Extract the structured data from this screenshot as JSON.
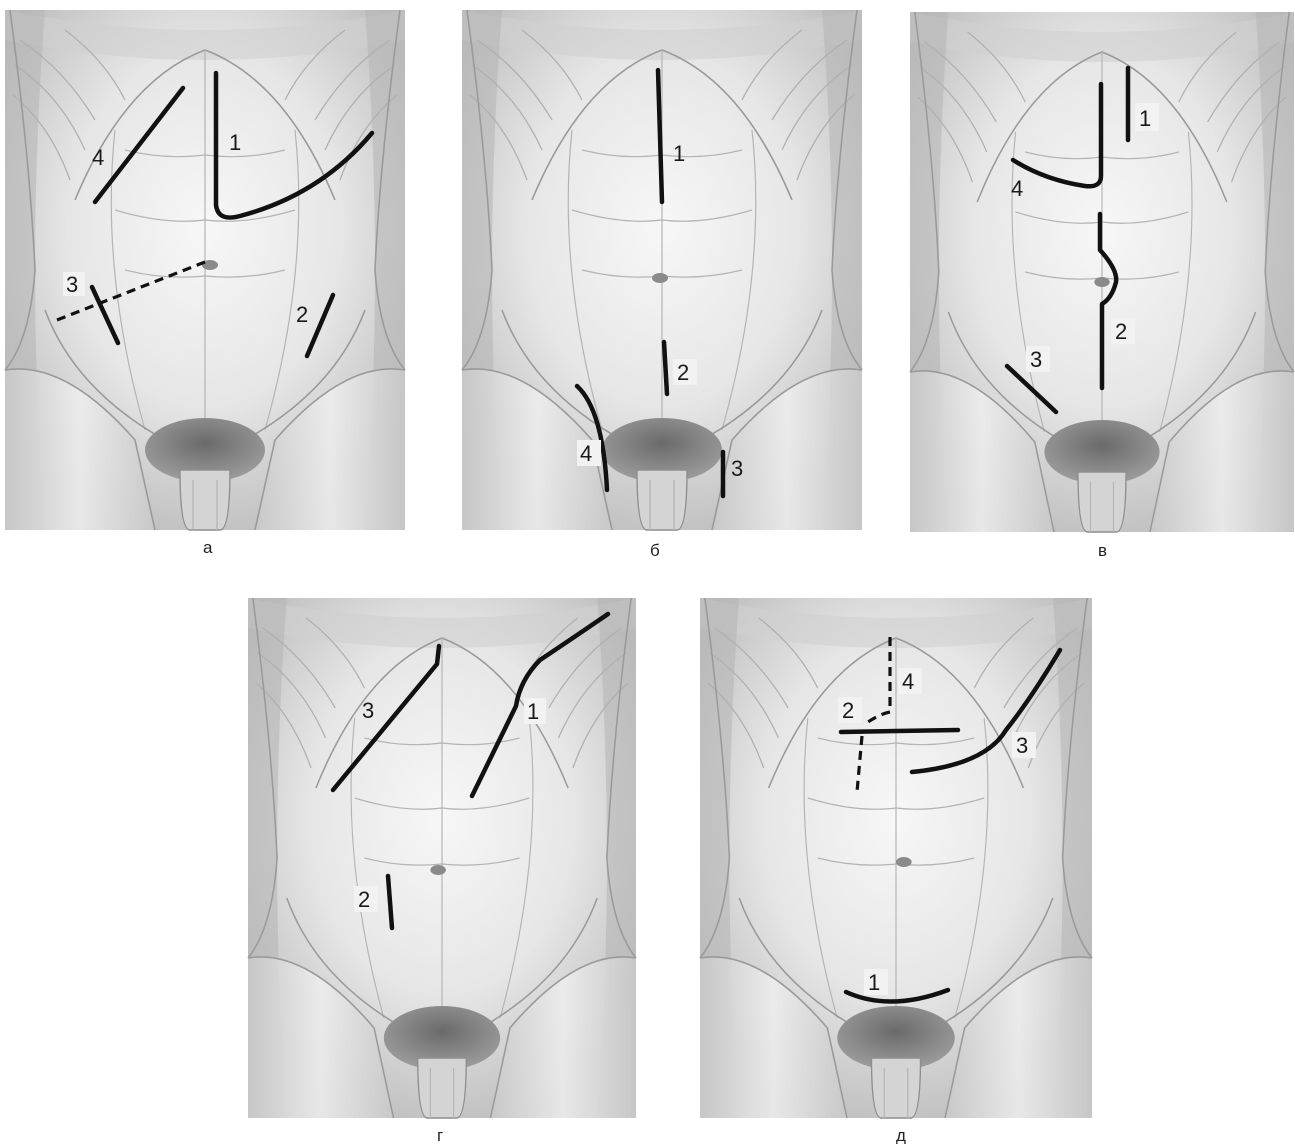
{
  "panels": [
    {
      "id": "a",
      "caption": "а",
      "labels": [
        "4",
        "1",
        "3",
        "2"
      ]
    },
    {
      "id": "b",
      "caption": "б",
      "labels": [
        "1",
        "2",
        "4",
        "3"
      ]
    },
    {
      "id": "v",
      "caption": "в",
      "labels": [
        "1",
        "4",
        "2",
        "3"
      ]
    },
    {
      "id": "g",
      "caption": "г",
      "labels": [
        "3",
        "1",
        "2"
      ]
    },
    {
      "id": "d",
      "caption": "д",
      "labels": [
        "4",
        "2",
        "3",
        "1"
      ]
    }
  ],
  "colors": {
    "background": "#ffffff",
    "skin_light": "#f4f4f4",
    "skin_shadow": "#bdbdbd",
    "incision": "#111111"
  }
}
